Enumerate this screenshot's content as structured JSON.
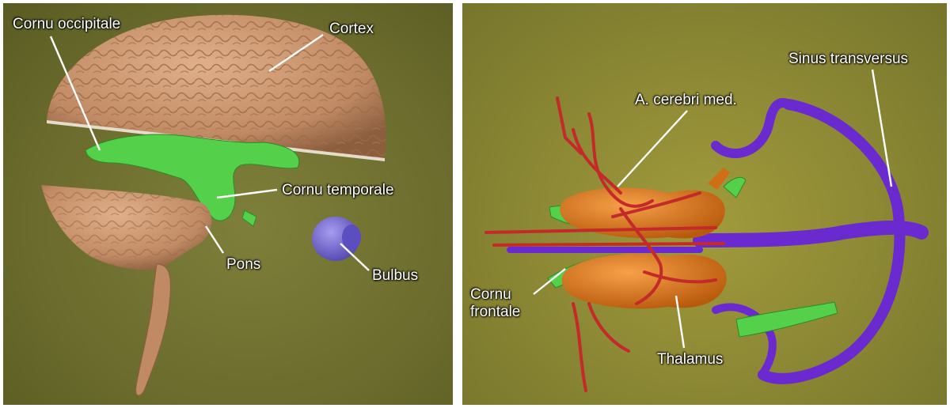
{
  "left_panel": {
    "labels": {
      "cornu_occipitale": "Cornu occipitale",
      "cortex": "Cortex",
      "cornu_temporale": "Cornu temporale",
      "pons": "Pons",
      "bulbus": "Bulbus"
    }
  },
  "right_panel": {
    "labels": {
      "sinus_transversus": "Sinus transversus",
      "a_cerebri_med": "A. cerebri med.",
      "cornu_frontale": "Cornu\nfrontale",
      "thalamus": "Thalamus"
    }
  },
  "colors": {
    "cortex": "#c89570",
    "ventricles": "#55d04a",
    "bulbus": "#7a70d8",
    "thalamus": "#e07a18",
    "arteries": "#c42a2a",
    "sinus": "#6a2ad0",
    "leader_line": "#ffffff"
  }
}
